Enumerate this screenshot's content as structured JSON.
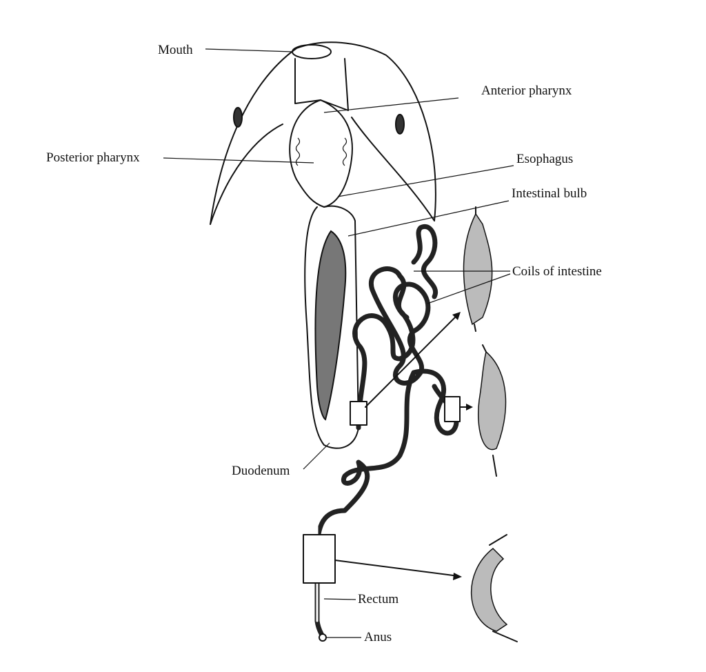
{
  "title": "Digestive system diagram",
  "labels": {
    "mouth": "Mouth",
    "anterior_pharynx": "Anterior pharynx",
    "posterior_pharynx": "Posterior pharynx",
    "esophagus": "Esophagus",
    "intestinal_bulb": "Intestinal bulb",
    "coils_of_intestine": "Coils of intestine",
    "duodenum": "Duodenum",
    "rectum": "Rectum",
    "anus": "Anus"
  }
}
